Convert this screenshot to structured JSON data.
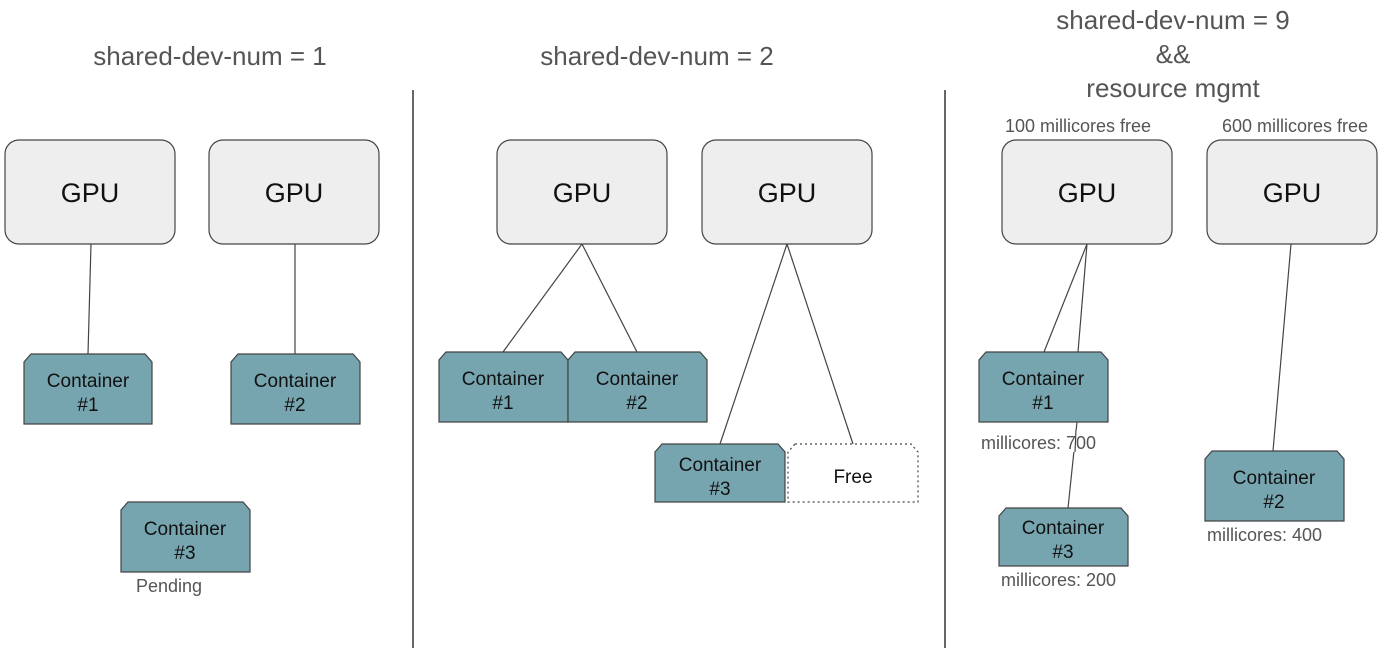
{
  "panels": [
    {
      "title_lines": [
        "shared-dev-num = 1"
      ],
      "gpus": [
        {
          "label": "GPU"
        },
        {
          "label": "GPU"
        }
      ],
      "containers": [
        {
          "line1": "Container",
          "line2": "#1"
        },
        {
          "line1": "Container",
          "line2": "#2"
        },
        {
          "line1": "Container",
          "line2": "#3"
        }
      ],
      "notes": [
        "Pending"
      ]
    },
    {
      "title_lines": [
        "shared-dev-num = 2"
      ],
      "gpus": [
        {
          "label": "GPU"
        },
        {
          "label": "GPU"
        }
      ],
      "containers": [
        {
          "line1": "Container",
          "line2": "#1"
        },
        {
          "line1": "Container",
          "line2": "#2"
        },
        {
          "line1": "Container",
          "line2": "#3"
        }
      ],
      "free_slot": "Free"
    },
    {
      "title_lines": [
        "shared-dev-num = 9",
        "&&",
        "resource mgmt"
      ],
      "gpus": [
        {
          "label": "GPU",
          "free_note": "100 millicores free"
        },
        {
          "label": "GPU",
          "free_note": "600 millicores free"
        }
      ],
      "containers": [
        {
          "line1": "Container",
          "line2": "#1",
          "millicores": "millicores: 700"
        },
        {
          "line1": "Container",
          "line2": "#2",
          "millicores": "millicores: 400"
        },
        {
          "line1": "Container",
          "line2": "#3",
          "millicores": "millicores: 200"
        }
      ]
    }
  ],
  "colors": {
    "gpu_fill": "#eeeeee",
    "container_fill": "#76a5af",
    "stroke": "#444444"
  }
}
